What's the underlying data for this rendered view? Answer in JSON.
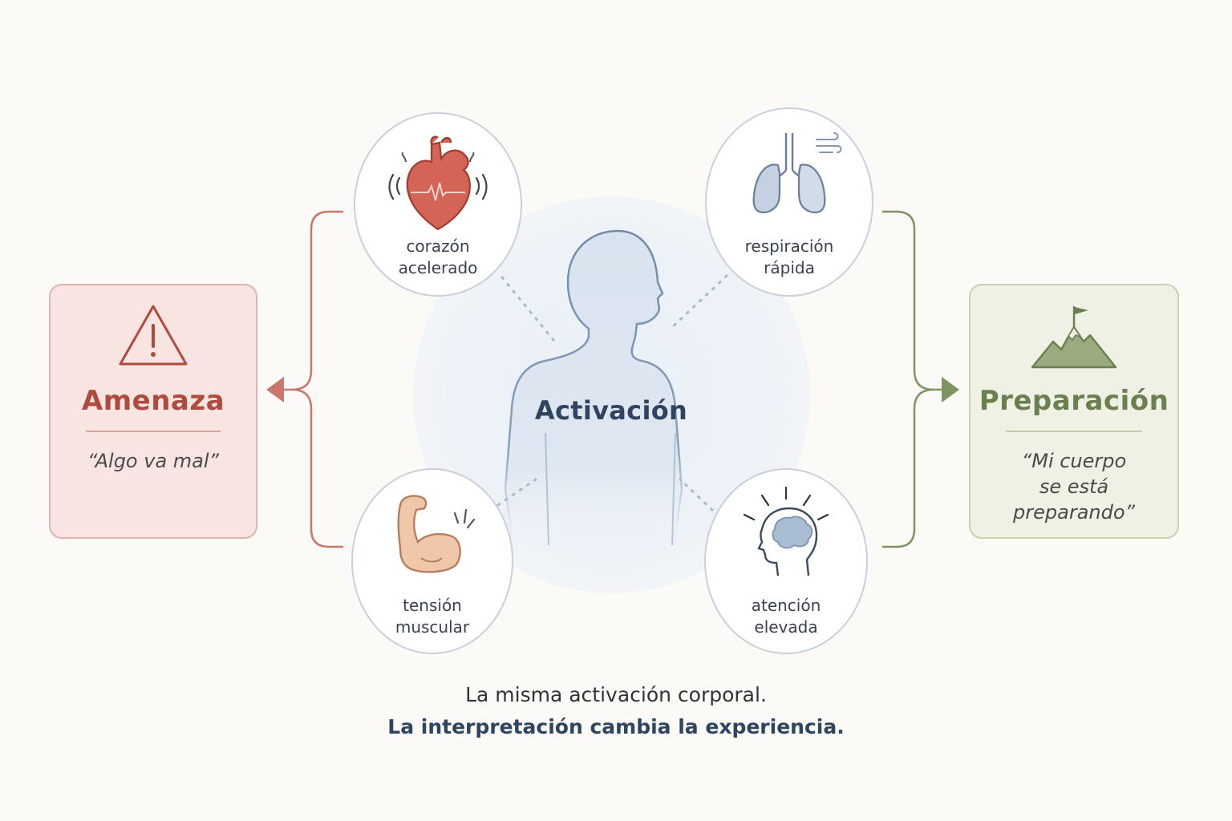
{
  "center": {
    "label": "Activación"
  },
  "nodes": {
    "heart": {
      "line1": "corazón",
      "line2": "acelerado",
      "icon": "heart-icon"
    },
    "lungs": {
      "line1": "respiración",
      "line2": "rápida",
      "icon": "lungs-icon"
    },
    "muscle": {
      "line1": "tensión",
      "line2": "muscular",
      "icon": "flexed-arm-icon"
    },
    "brain": {
      "line1": "atención",
      "line2": "elevada",
      "icon": "head-brain-icon"
    }
  },
  "threat": {
    "title": "Amenaza",
    "quote": "“Algo va mal”",
    "icon": "warning-icon",
    "color": "#b04a3e"
  },
  "preparation": {
    "title": "Preparación",
    "quote_line1": "“Mi cuerpo",
    "quote_line2": "se está",
    "quote_line3": "preparando”",
    "icon": "mountain-flag-icon",
    "color": "#6b8050"
  },
  "caption": {
    "line1": "La misma activación corporal.",
    "line2": "La interpretación cambia la experiencia."
  }
}
